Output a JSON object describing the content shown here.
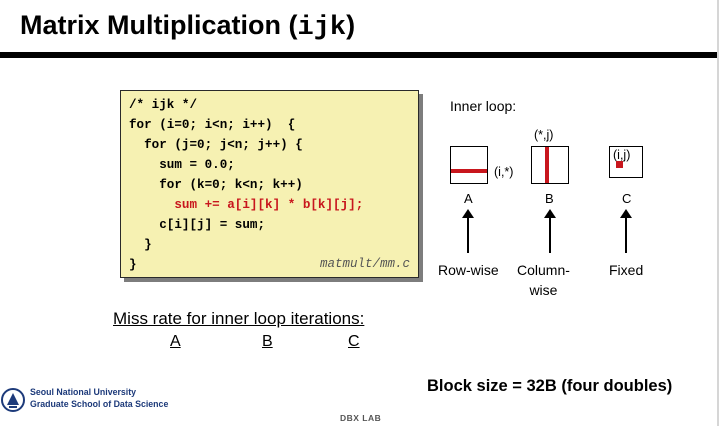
{
  "slide": {
    "title_text": "Matrix Multiplication (",
    "title_code": "ijk",
    "title_close": ")",
    "code": {
      "line1": "/* ijk */",
      "line2": "for (i=0; i<n; i++)  {",
      "line3": "  for (j=0; j<n; j++) {",
      "line4": "    sum = 0.0;",
      "line5": "    for (k=0; k<n; k++)",
      "line6": "      sum += a[i][k] * b[k][j];",
      "line7": "    c[i][j] = sum;",
      "line8": "  }",
      "line9": "}",
      "file": "matmult/mm.c"
    },
    "diagram": {
      "heading": "Inner loop:",
      "a_index": "(i,*)",
      "b_index": "(*,j)",
      "c_index": "(i,j)",
      "a_name": "A",
      "b_name": "B",
      "c_name": "C",
      "a_pattern": "Row-wise",
      "b_pattern_1": "Column-",
      "b_pattern_2": "wise",
      "c_pattern": "Fixed"
    },
    "miss_rate": {
      "title": "Miss rate for inner loop iterations:",
      "columns": [
        "A",
        "B",
        "C"
      ]
    },
    "block_size": "Block size = 32B (four doubles)",
    "footer": {
      "univ_line1": "Seoul National University",
      "univ_line2": "Graduate School of Data Science",
      "lab": "DBX LAB"
    },
    "colors": {
      "highlight": "#c8161d",
      "code_bg": "#f6f1b2",
      "univ": "#1d3a7a"
    }
  }
}
